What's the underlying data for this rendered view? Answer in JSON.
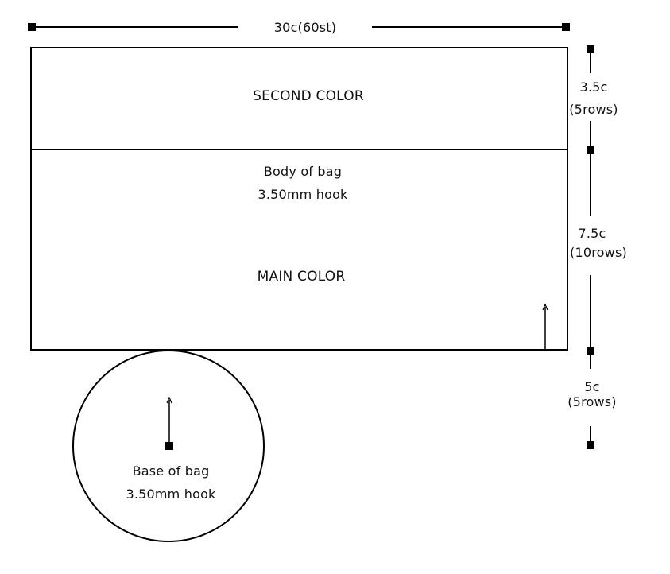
{
  "colors": {
    "ink": "#000000",
    "background": "#ffffff"
  },
  "top_width": {
    "label": "30c(60st)"
  },
  "panel_upper": {
    "label": "SECOND COLOR"
  },
  "panel_lower": {
    "title": "Body of bag",
    "hook": "3.50mm hook",
    "label": "MAIN COLOR"
  },
  "base": {
    "title": "Base of bag",
    "hook": "3.50mm hook"
  },
  "dim_second": {
    "length": "3.5c",
    "rows": "(5rows)"
  },
  "dim_main": {
    "length": "7.5c",
    "rows": "(10rows)"
  },
  "dim_base": {
    "length": "5c",
    "rows": "(5rows)"
  }
}
